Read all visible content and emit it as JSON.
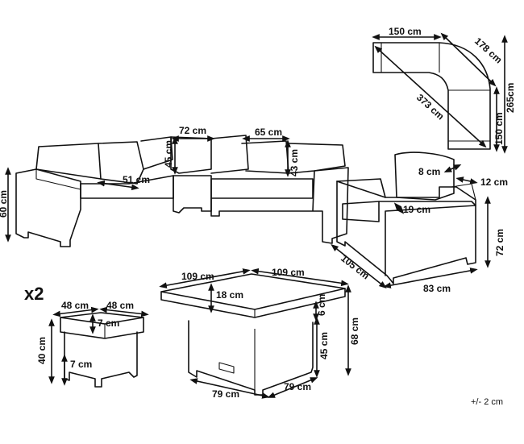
{
  "diagram": {
    "quantity_label": "x2",
    "tolerance": "+/- 2 cm",
    "plan_view": {
      "top_width": "150 cm",
      "corner": "178 cm",
      "diagonal": "373 cm",
      "side_length": "150 cm",
      "total_depth": "265cm"
    },
    "corner_sofa": {
      "height": "60 cm",
      "seat_depth": "51 cm",
      "corner_width": "72 cm",
      "back_height": "45 cm",
      "module_width": "65 cm",
      "cushion_height": "43 cm"
    },
    "armchair": {
      "armrest": "8 cm",
      "arm_height": "12 cm",
      "seat_height": "19 cm",
      "height": "72 cm",
      "depth": "105 cm",
      "width": "83 cm"
    },
    "stool": {
      "width": "48 cm",
      "depth": "48 cm",
      "cushion": "7 cm",
      "height": "40 cm",
      "leg": "7 cm"
    },
    "table": {
      "top_width": "109 cm",
      "top_depth": "109 cm",
      "top_offset": "18 cm",
      "top_thickness": "6 cm",
      "base_height": "45 cm",
      "total_height": "68 cm",
      "base_width": "79 cm",
      "base_depth": "79 cm"
    }
  }
}
